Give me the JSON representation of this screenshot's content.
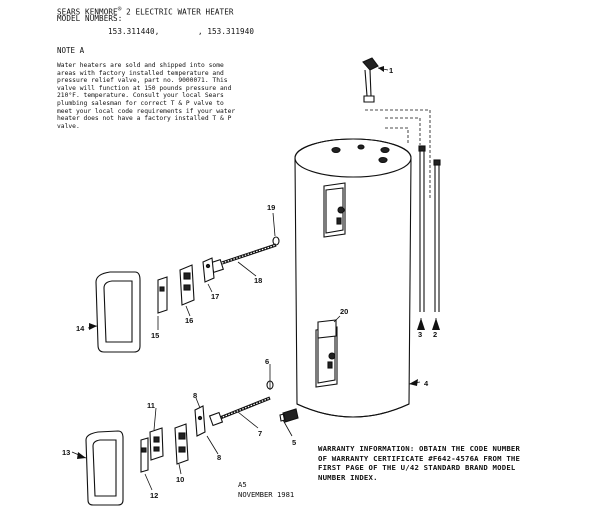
{
  "header": {
    "title_line1_pre": "SEARS KENMORE",
    "title_registered": "®",
    "title_line1_post": " 2 ELECTRIC WATER HEATER",
    "title_line2": "MODEL NUMBERS:",
    "model_1": "153.311440,",
    "model_2": ", 153.311940"
  },
  "note": {
    "heading": "NOTE A",
    "lines": [
      "Water heaters are sold and shipped into some",
      "areas with factory installed temperature and",
      "pressure relief valve, part no. 9000071. This",
      "valve will function at 150 pounds pressure and",
      "210°F. temperature. Consult your local Sears",
      "plumbing salesman for correct T & P valve to",
      "meet your local code requirements if your water",
      "heater does not have a factory installed T & P",
      "valve."
    ]
  },
  "warranty": {
    "lines": [
      "WARRANTY INFORMATION:  OBTAIN THE CODE NUMBER",
      "OF WARRANTY CERTIFICATE #F642-4576A FROM THE",
      "FIRST PAGE OF THE U/42 STANDARD BRAND MODEL",
      "NUMBER INDEX."
    ]
  },
  "footer": {
    "code": "A5",
    "date": "NOVEMBER 1981"
  },
  "parts": {
    "p1": "1",
    "p2": "2",
    "p3": "3",
    "p4": "4",
    "p5": "5",
    "p6": "6",
    "p7": "7",
    "p8a": "8",
    "p8b": "8",
    "p10": "10",
    "p11": "11",
    "p12": "12",
    "p13": "13",
    "p14": "14",
    "p15": "15",
    "p16": "16",
    "p17": "17",
    "p18": "18",
    "p19": "19",
    "p20": "20"
  }
}
